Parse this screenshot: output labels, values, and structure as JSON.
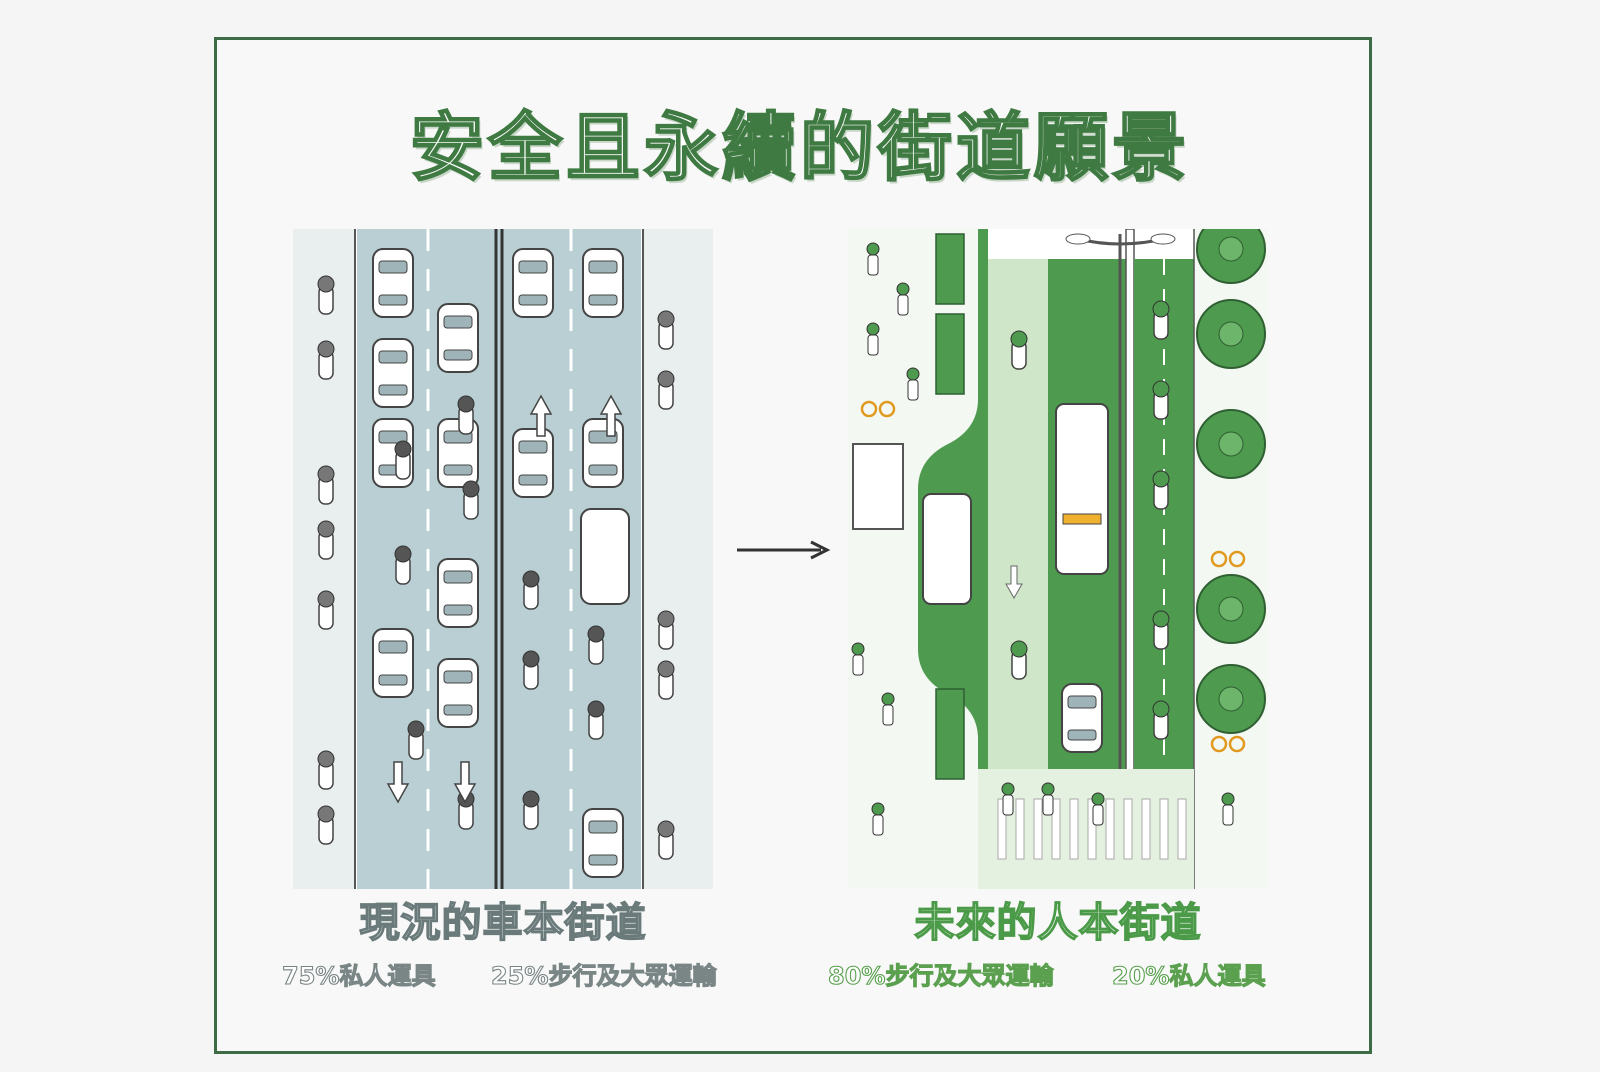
{
  "title": "安全且永續的街道願景",
  "current": {
    "caption": "現況的車本街道",
    "stat_private": "75%私人運具",
    "stat_public": "25%步行及大眾運輸"
  },
  "future": {
    "caption": "未來的人本街道",
    "stat_public": "80%步行及大眾運輸",
    "stat_private": "20%私人運具"
  },
  "colors": {
    "frame": "#3d6b45",
    "current_road": "#b9cfd3",
    "future_green": "#4e9a4f",
    "future_light": "#cfe6c9"
  }
}
